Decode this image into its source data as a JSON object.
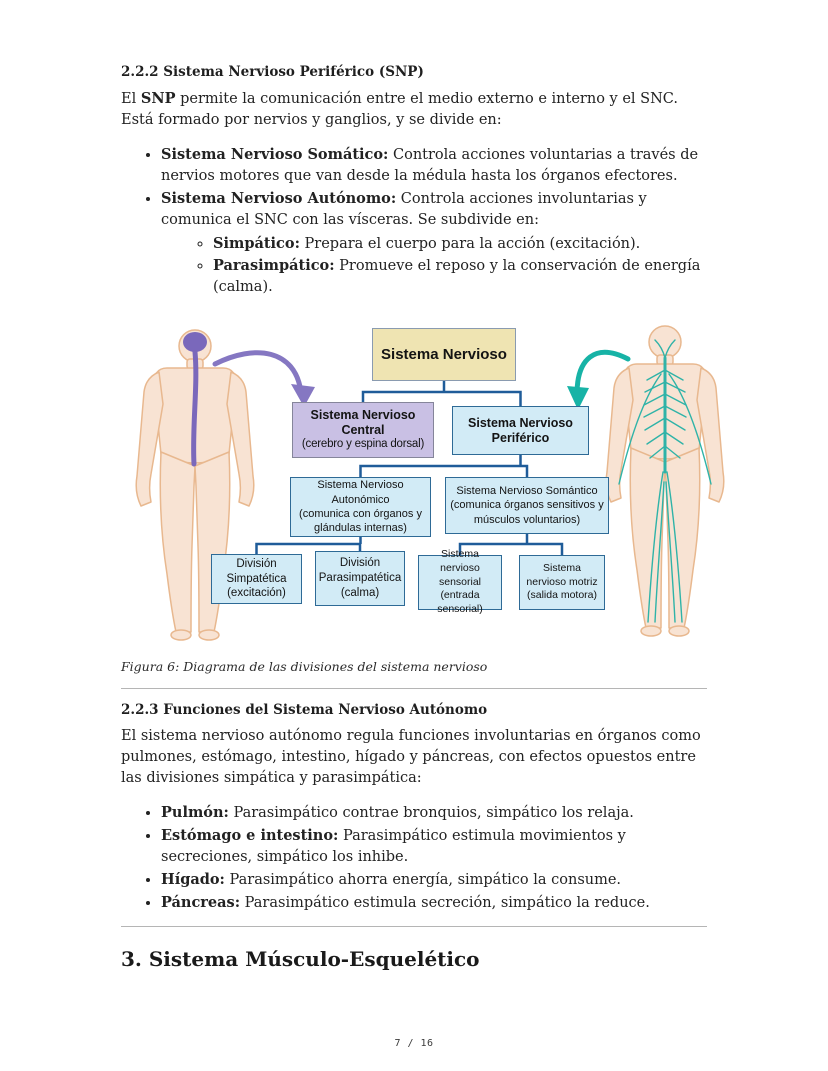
{
  "page": {
    "footer": "7 / 16"
  },
  "s222": {
    "heading": "2.2.2 Sistema Nervioso Periférico (SNP)",
    "intro_pre": "El ",
    "intro_bold": "SNP",
    "intro_post": " permite la comunicación entre el medio externo e interno y el SNC. Está formado por nervios y ganglios, y se divide en:",
    "bullets": [
      {
        "label": "Sistema Nervioso Somático:",
        "text": " Controla acciones voluntarias a través de nervios motores que van desde la médula hasta los órganos efectores."
      },
      {
        "label": "Sistema Nervioso Autónomo:",
        "text": " Controla acciones involuntarias y comunica el SNC con las vísceras. Se subdivide en:"
      }
    ],
    "subbullets": [
      {
        "label": "Simpático:",
        "text": " Prepara el cuerpo para la acción (excitación)."
      },
      {
        "label": "Parasimpático:",
        "text": " Promueve el reposo y la conservación de energía (calma)."
      }
    ]
  },
  "figure": {
    "caption": "Figura 6: Diagrama de las divisiones del sistema nervioso",
    "diagram": {
      "root": "Sistema Nervioso",
      "central_title": "Sistema Nervioso Central",
      "central_sub": "(cerebro y espina dorsal)",
      "periferico_title": "Sistema Nervioso Periférico",
      "autonomico_title": "Sistema Nervioso Autonómico",
      "autonomico_sub": "(comunica con órganos y glándulas internas)",
      "somantico_title": "Sistema Nervioso Somántico",
      "somantico_sub": "(comunica órganos sensitivos y músculos voluntarios)",
      "leaf_simpatetica": "División Simpatética (excitación)",
      "leaf_parasimpatetica": "División Parasimpatética (calma)",
      "leaf_sensorial": "Sistema nervioso sensorial (entrada sensorial)",
      "leaf_motriz": "Sistema nervioso motriz (salida motora)",
      "colors": {
        "root_fill": "#efe4b2",
        "central_fill": "#c9c0e4",
        "blue_fill": "#d2ebf6",
        "line": "#1f5c99",
        "purple_arrow": "#8577c2",
        "teal_arrow": "#17b3a6"
      }
    }
  },
  "s223": {
    "heading": "2.2.3 Funciones del Sistema Nervioso Autónomo",
    "intro": "El sistema nervioso autónomo regula funciones involuntarias en órganos como pulmones, estómago, intestino, hígado y páncreas, con efectos opuestos entre las divisiones simpática y parasimpática:",
    "bullets": [
      {
        "label": "Pulmón:",
        "text": " Parasimpático contrae bronquios, simpático los relaja."
      },
      {
        "label": "Estómago e intestino:",
        "text": " Parasimpático estimula movimientos y secreciones, simpático los inhibe."
      },
      {
        "label": "Hígado:",
        "text": " Parasimpático ahorra energía, simpático la consume."
      },
      {
        "label": "Páncreas:",
        "text": " Parasimpático estimula secreción, simpático la reduce."
      }
    ]
  },
  "s3": {
    "heading": "3. Sistema Músculo-Esquelético"
  }
}
